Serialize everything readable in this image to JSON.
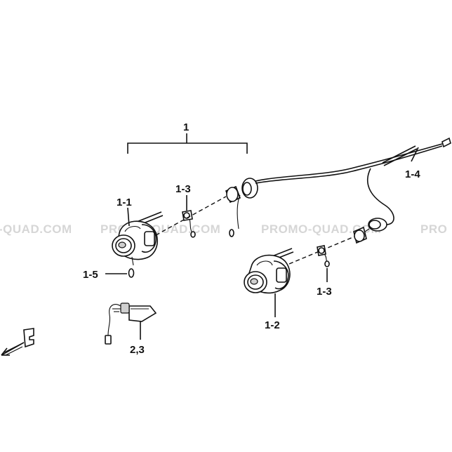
{
  "watermark": {
    "text": "PROMO-QUAD.COM",
    "left_fragment": "-QUAD.COM",
    "right_fragment": "PRO"
  },
  "callouts": {
    "assembly": "1",
    "lamp_left": "1-1",
    "bulb_left": "1-3",
    "clip": "1-5",
    "harness": "1-4",
    "lamp_right": "1-2",
    "bulb_right": "1-3",
    "relay": "2,3"
  }
}
